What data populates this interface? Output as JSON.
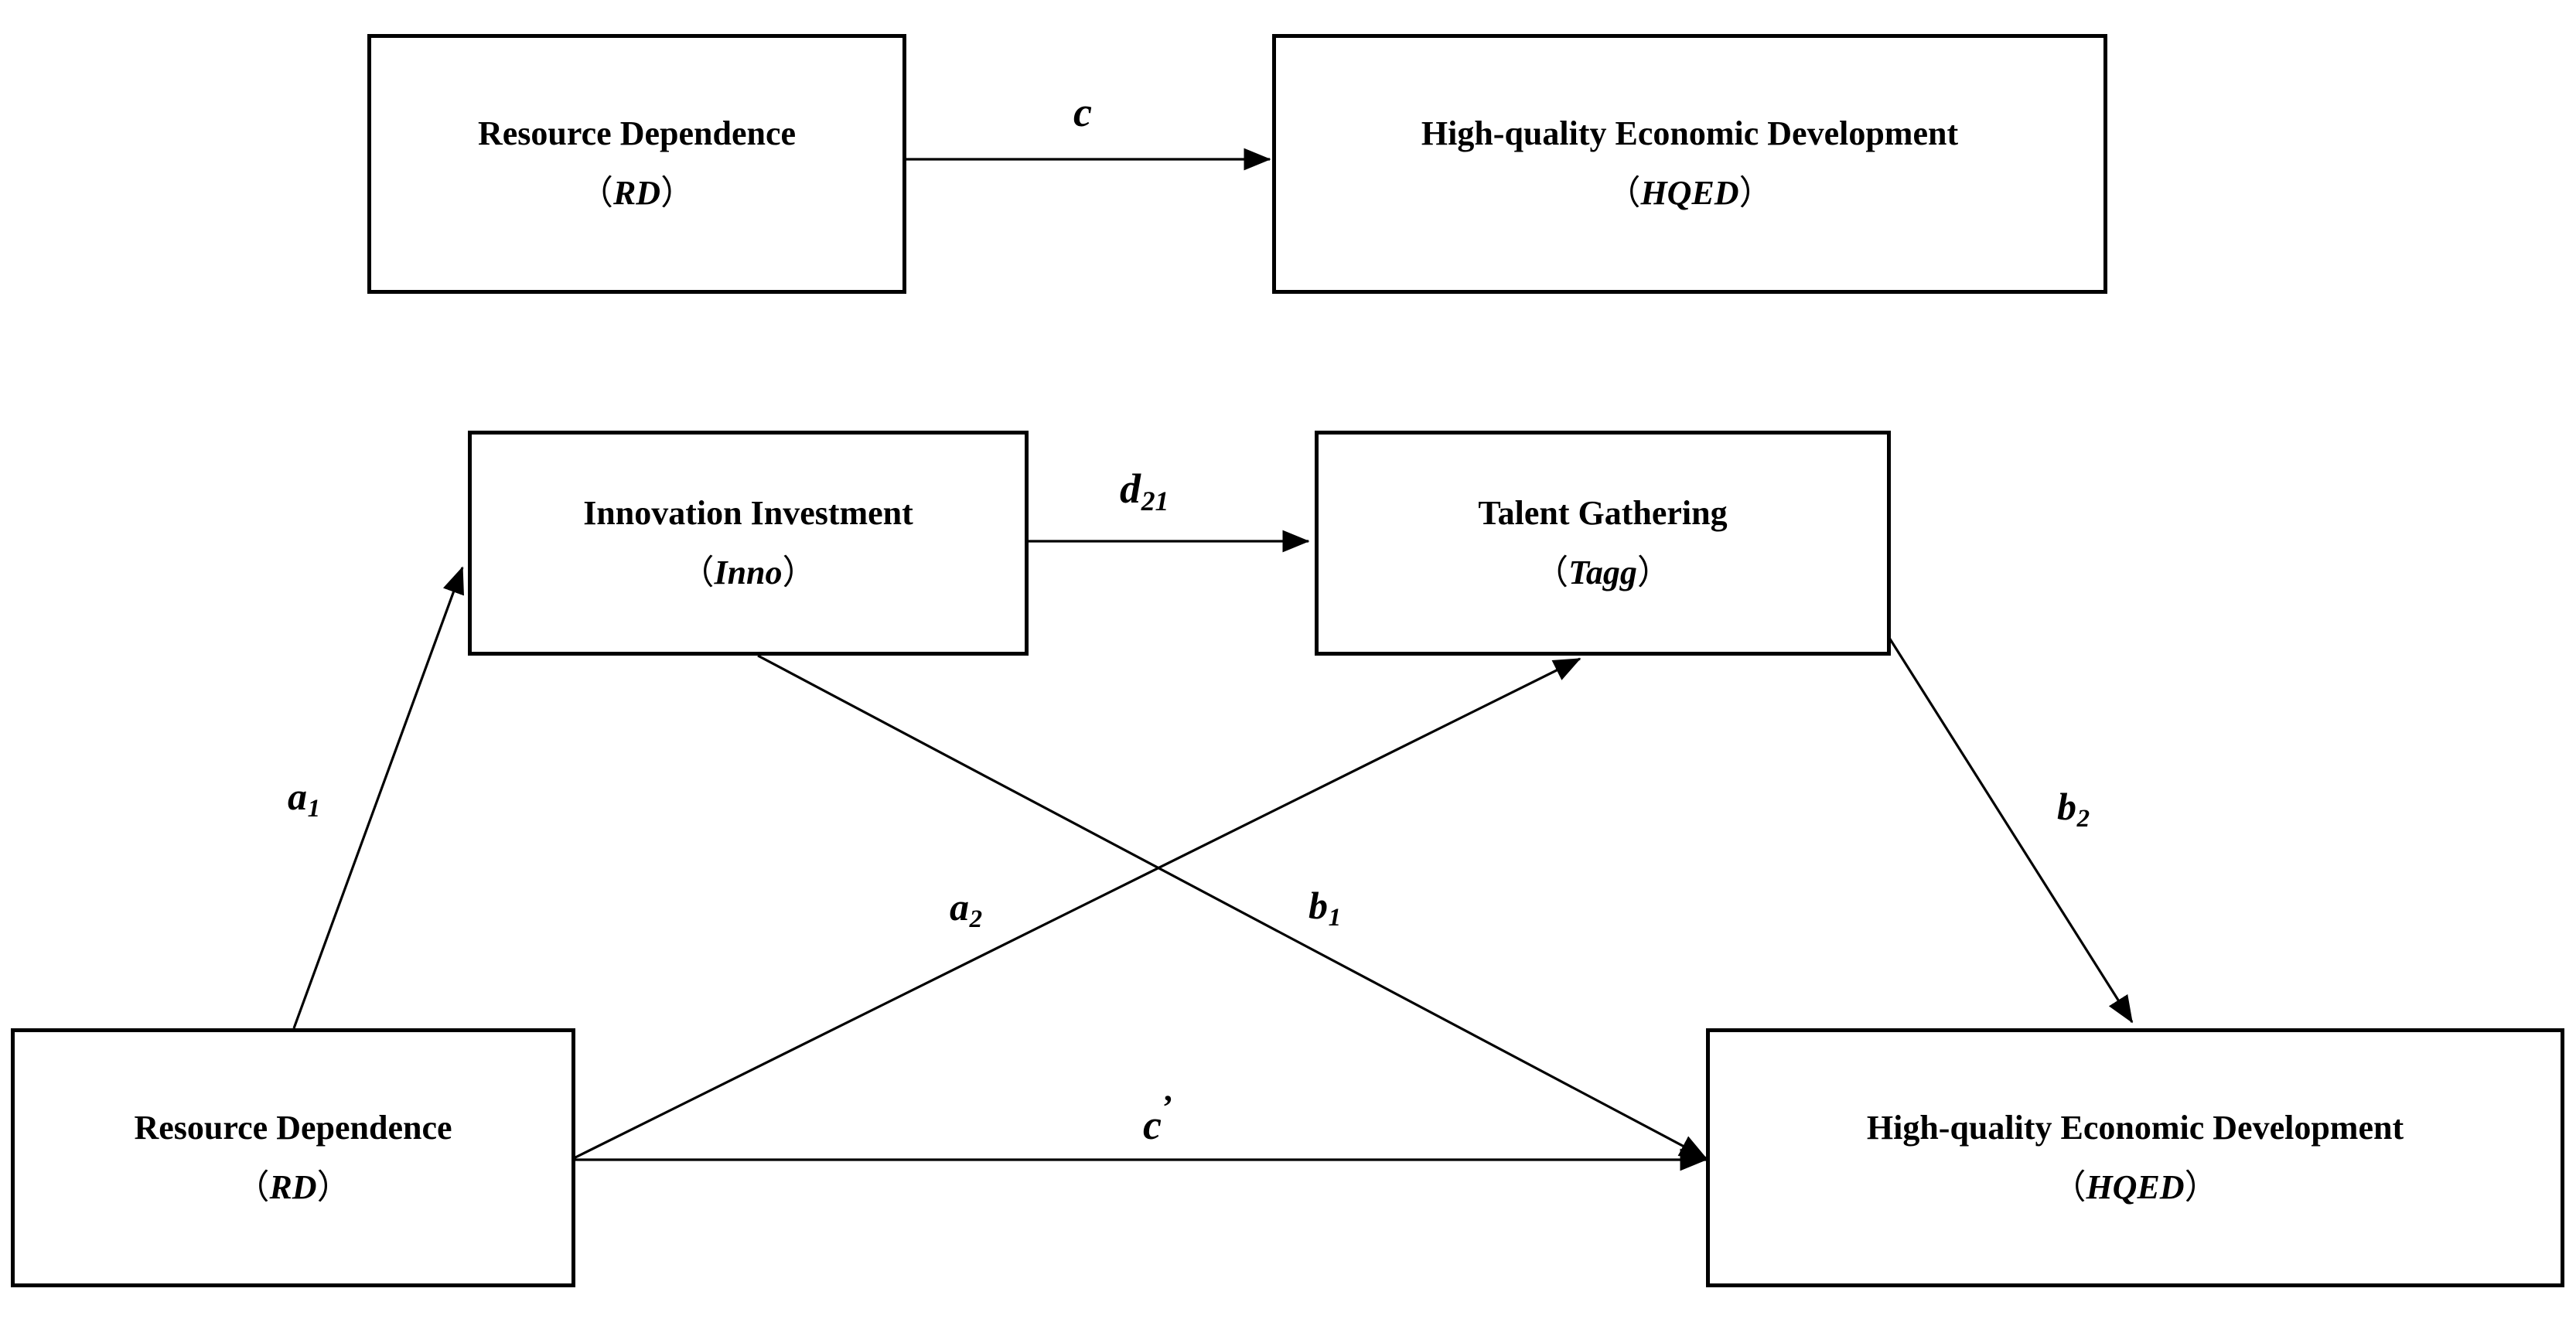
{
  "figure": {
    "type": "path-diagram",
    "description": "Chain mediation model diagram",
    "background_color": "#FFFFFF",
    "line_color": "#000000",
    "box_border_color": "#000000"
  },
  "panels": [
    {
      "id": "total-effect",
      "nodes": [
        {
          "id": "rd-top",
          "title": "Resource Dependence",
          "abbr_open": "（",
          "abbr": "RD",
          "abbr_close": "）"
        },
        {
          "id": "hqed-top",
          "title": "High-quality Economic Development",
          "abbr_open": "（",
          "abbr": "HQED",
          "abbr_close": "）"
        }
      ],
      "paths": [
        {
          "id": "c",
          "label": "c",
          "subscript": "",
          "prime": "",
          "from": "rd-top",
          "to": "hqed-top"
        }
      ]
    },
    {
      "id": "mediation",
      "nodes": [
        {
          "id": "inno",
          "title": "Innovation Investment",
          "abbr_open": "（",
          "abbr": "Inno",
          "abbr_close": "）"
        },
        {
          "id": "tagg",
          "title": "Talent Gathering",
          "abbr_open": "（",
          "abbr": "Tagg",
          "abbr_close": "）"
        },
        {
          "id": "rd-bottom",
          "title": "Resource Dependence",
          "abbr_open": "（",
          "abbr": "RD",
          "abbr_close": "）"
        },
        {
          "id": "hqed-bottom",
          "title": "High-quality Economic Development",
          "abbr_open": "（",
          "abbr": "HQED",
          "abbr_close": "）"
        }
      ],
      "paths": [
        {
          "id": "d21",
          "label": "d",
          "subscript": "21",
          "prime": "",
          "from": "inno",
          "to": "tagg"
        },
        {
          "id": "a1",
          "label": "a",
          "subscript": "1",
          "prime": "",
          "from": "rd-bottom",
          "to": "inno"
        },
        {
          "id": "a2",
          "label": "a",
          "subscript": "2",
          "prime": "",
          "from": "rd-bottom",
          "to": "tagg"
        },
        {
          "id": "b1",
          "label": "b",
          "subscript": "1",
          "prime": "",
          "from": "inno",
          "to": "hqed-bottom"
        },
        {
          "id": "b2",
          "label": "b",
          "subscript": "2",
          "prime": "",
          "from": "tagg",
          "to": "hqed-bottom"
        },
        {
          "id": "c-prime",
          "label": "c",
          "subscript": "",
          "prime": "’",
          "from": "rd-bottom",
          "to": "hqed-bottom"
        }
      ]
    }
  ]
}
